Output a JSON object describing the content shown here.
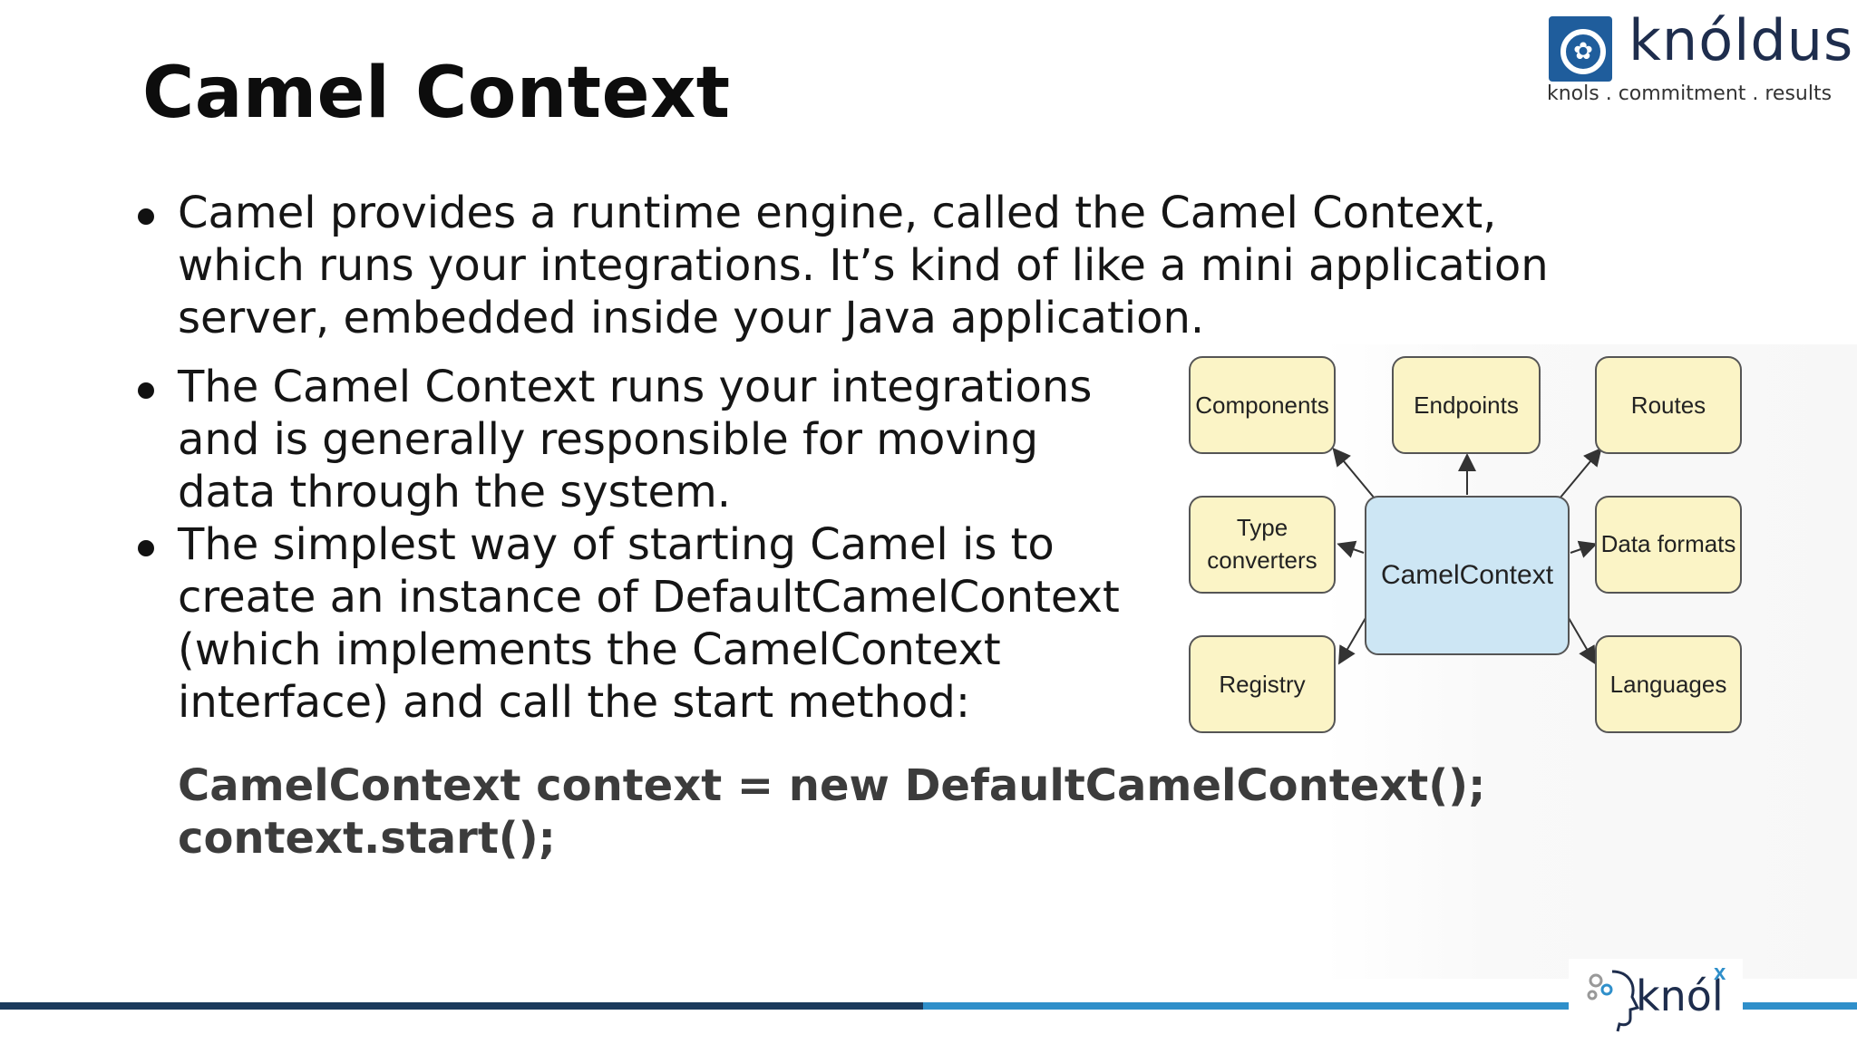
{
  "slide": {
    "title": "Camel Context"
  },
  "logo": {
    "name": "knóldus",
    "tagline": "knols . commitment . results"
  },
  "bullets": [
    "Camel provides a runtime engine, called the Camel Context, which runs your integrations. It’s kind of like a mini application server, embedded inside your Java application.",
    "The Camel Context runs your integrations and is generally responsible for moving data through the system.",
    "The simplest way of starting Camel is to create an instance of DefaultCamelContext (which implements the CamelContext interface) and call the start method:"
  ],
  "code": {
    "line1": "CamelContext context = new DefaultCamelContext();",
    "line2": "context.start();"
  },
  "diagram": {
    "center": "CamelContext",
    "nodes": {
      "components": "Components",
      "endpoints": "Endpoints",
      "routes": "Routes",
      "type_converters_line1": "Type",
      "type_converters_line2": "converters",
      "data_formats": "Data formats",
      "registry": "Registry",
      "languages": "Languages"
    }
  },
  "footer": {
    "brand": "knól",
    "brand_sup": "x"
  },
  "colors": {
    "node_fill": "#fbf4c6",
    "center_fill": "#cde6f4",
    "bar_dark": "#1b3a5c",
    "bar_light": "#2f8fca",
    "logo_blue": "#1f5d9c"
  }
}
